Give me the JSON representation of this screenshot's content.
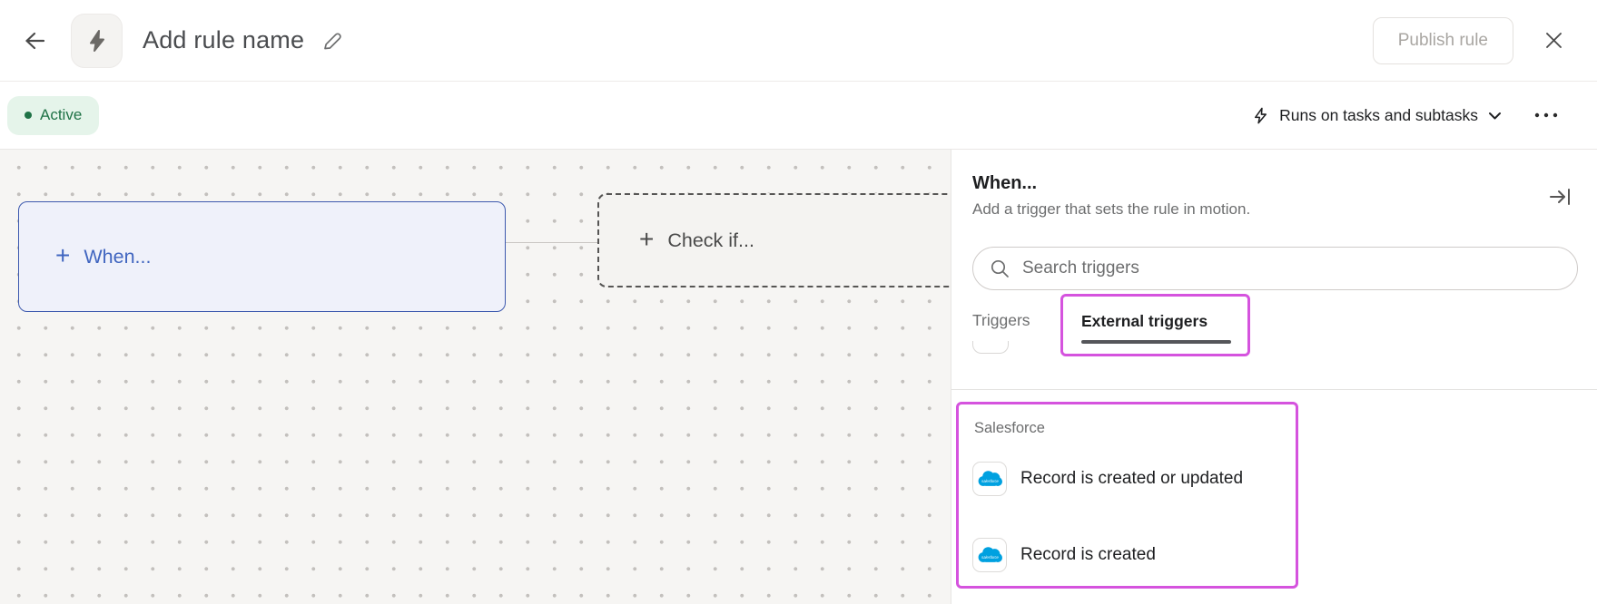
{
  "header": {
    "title": "Add rule name",
    "publish_label": "Publish rule"
  },
  "toolbar": {
    "status_label": "Active",
    "scope_label": "Runs on tasks and subtasks"
  },
  "canvas": {
    "when_plus": "+",
    "when_label": "When...",
    "checkif_plus": "+",
    "checkif_label": "Check if..."
  },
  "panel": {
    "heading": "When...",
    "subheading": "Add a trigger that sets the rule in motion.",
    "search_placeholder": "Search triggers",
    "tabs": [
      {
        "label": "Triggers",
        "active": false
      },
      {
        "label": "External triggers",
        "active": true
      }
    ],
    "sections": [
      {
        "name": "Salesforce",
        "items": [
          {
            "label": "Record is created or updated",
            "icon": "salesforce-logo"
          },
          {
            "label": "Record is created",
            "icon": "salesforce-logo"
          }
        ]
      }
    ]
  },
  "icons": {
    "salesforce_logo_text": "salesforce"
  },
  "colors": {
    "accent_blue": "#4166c0",
    "card_blue_border": "#3d59ae",
    "highlight_magenta": "#d553de",
    "active_green": "#1f7246",
    "active_green_bg": "#e5f4ea",
    "salesforce_blue": "#00a1e0"
  }
}
